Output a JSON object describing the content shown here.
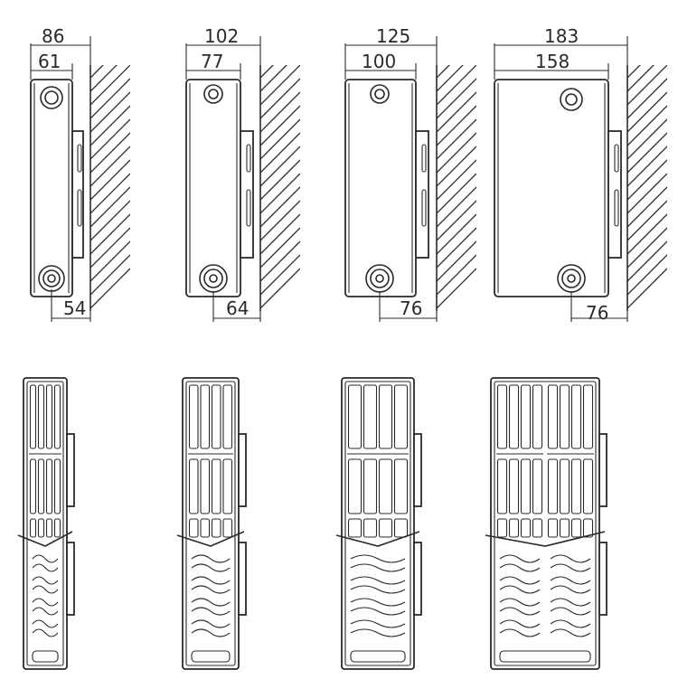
{
  "diagram": {
    "radiators": [
      {
        "id": "r1",
        "overall_width": "86",
        "inner_width": "61",
        "pipe_offset": "54"
      },
      {
        "id": "r2",
        "overall_width": "102",
        "inner_width": "77",
        "pipe_offset": "64"
      },
      {
        "id": "r3",
        "overall_width": "125",
        "inner_width": "100",
        "pipe_offset": "76"
      },
      {
        "id": "r4",
        "overall_width": "183",
        "inner_width": "158",
        "pipe_offset": "76"
      }
    ]
  },
  "colors": {
    "line": "#2a2a2a",
    "background": "#ffffff"
  }
}
